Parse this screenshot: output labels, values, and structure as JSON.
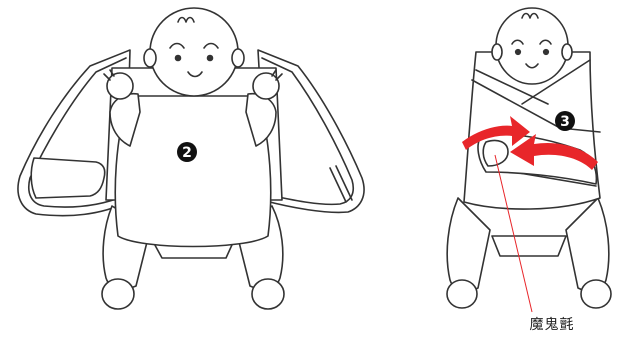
{
  "steps": [
    {
      "number": "2"
    },
    {
      "number": "3"
    }
  ],
  "caption": "魔鬼氈",
  "colors": {
    "line": "#333333",
    "fill": "#ffffff",
    "arrow": "#e8262a",
    "badge": "#111111"
  }
}
